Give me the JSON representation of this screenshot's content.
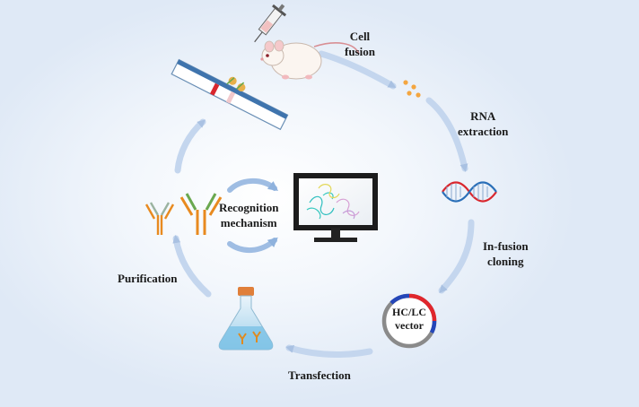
{
  "steps": {
    "cell_fusion": [
      "Cell",
      "fusion"
    ],
    "rna_extraction": [
      "RNA",
      "extraction"
    ],
    "infusion_cloning": [
      "In-fusion",
      "cloning"
    ],
    "transfection": "Transfection",
    "purification": "Purification",
    "recognition": [
      "Recognition",
      "mechanism"
    ]
  },
  "vector_label": [
    "HC/LC",
    "vector"
  ],
  "colors": {
    "arrow": "#b8cde8",
    "dna_red": "#d9272e",
    "dna_blue": "#2a6fb8",
    "antibody_orange": "#e88a1f",
    "antibody_green": "#6aa84f"
  }
}
